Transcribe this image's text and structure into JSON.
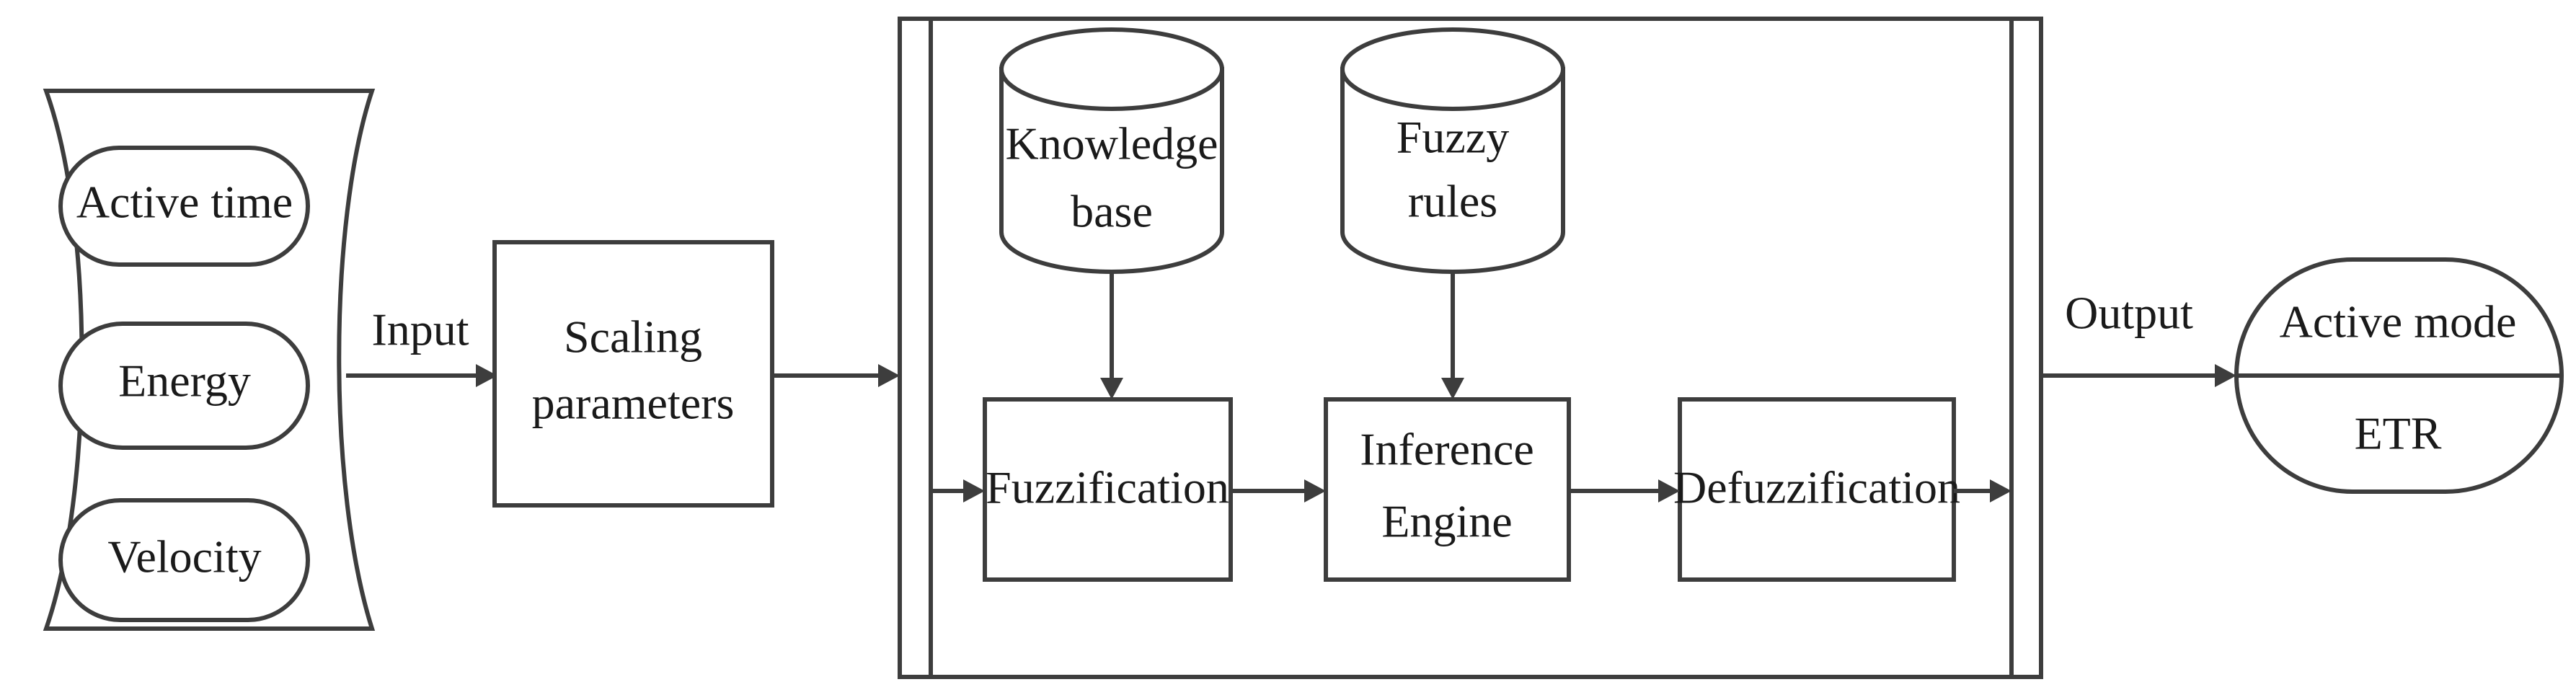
{
  "inputs": {
    "active_time": "Active time",
    "energy": "Energy",
    "velocity": "Velocity"
  },
  "edges": {
    "input": "Input",
    "output": "Output"
  },
  "scaling": {
    "line1": "Scaling",
    "line2": "parameters"
  },
  "knowledge_base": {
    "line1": "Knowledge",
    "line2": "base"
  },
  "fuzzy_rules": {
    "line1": "Fuzzy",
    "line2": "rules"
  },
  "fuzzification": "Fuzzification",
  "inference_engine": {
    "line1": "Inference",
    "line2": "Engine"
  },
  "defuzzification": "Defuzzification",
  "output_node": {
    "top": "Active mode",
    "bottom": "ETR"
  },
  "colors": {
    "stroke": "#3d3d3d",
    "text": "#1a1a1a",
    "background": "#ffffff"
  }
}
